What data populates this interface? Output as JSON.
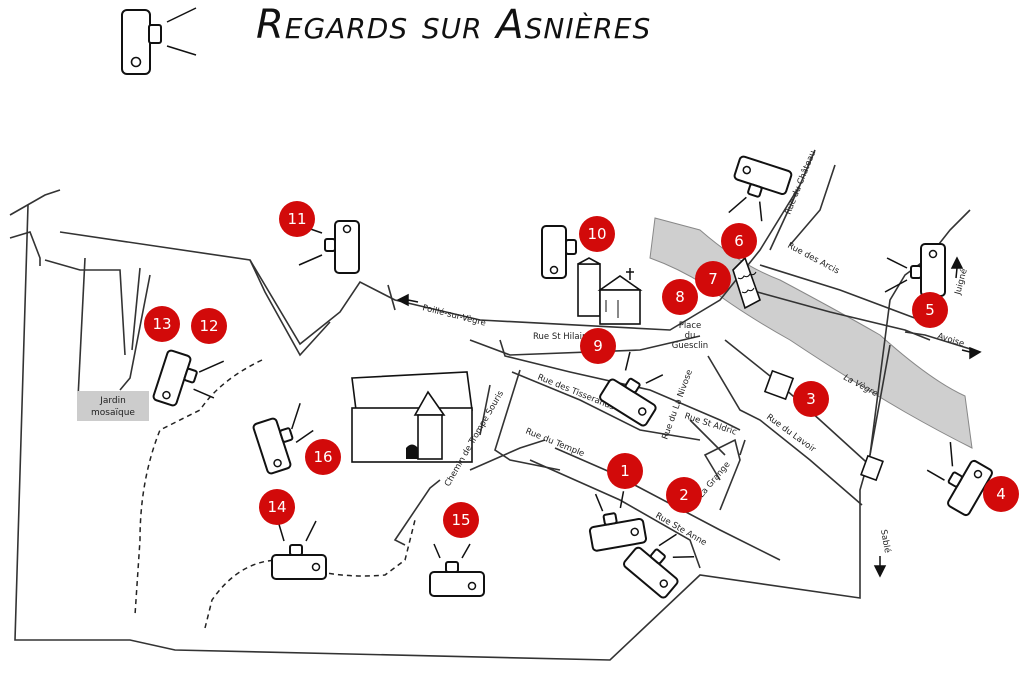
{
  "title": "Regards sur Asnières",
  "garden_label": "Jardin mosaïque",
  "river_label": "La Vègre",
  "streets": {
    "poille": "Poillé-sur-Vègre",
    "st_hilaire": "Rue St Hilaire",
    "tisserands": "Rue des Tisserands",
    "temple": "Rue du Temple",
    "trompe": "Chemin de Trompe Souris",
    "ste_anne": "Rue Ste Anne",
    "grange": "La Grange",
    "nivose": "Rue du La Nivose",
    "st_aldric": "Rue St Aldric",
    "place": "Place du Guesclin",
    "lavoir": "Rue du Lavoir",
    "arcis": "Rue des Arcis",
    "chateau": "Rue du Château",
    "avoise": "Avoise",
    "sable": "Sablé",
    "juigne": "Juigné"
  },
  "markers": [
    "1",
    "2",
    "3",
    "4",
    "5",
    "6",
    "7",
    "8",
    "9",
    "10",
    "11",
    "12",
    "13",
    "14",
    "15",
    "16"
  ],
  "colors": {
    "marker": "#d20a0a",
    "river": "#cfcfcf",
    "garden": "#cccccc"
  }
}
